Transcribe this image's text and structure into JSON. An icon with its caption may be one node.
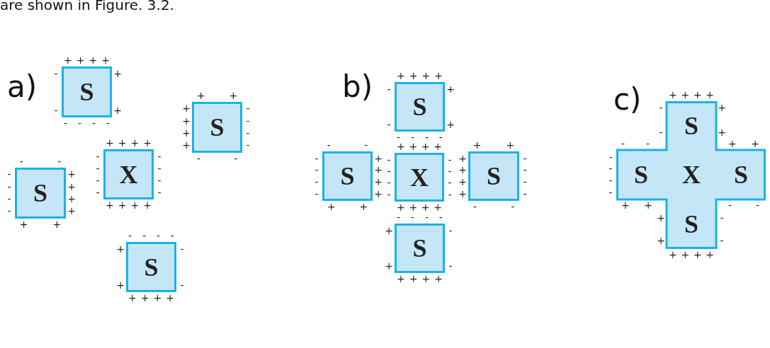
{
  "diagram": {
    "nodes": [
      {
        "text": [
          "S"
        ],
        "beside": [
          "+ + + +",
          "- -",
          "+ +",
          "- - - -"
        ]
      },
      {
        "text": [
          "S"
        ],
        "beside": [
          "+ +",
          "+ + + +",
          "- - - -",
          "- -"
        ]
      },
      {
        "text": [
          "X"
        ],
        "beside": [
          "+ + + +",
          "- - - -",
          "- - - -",
          "+ + + +"
        ]
      },
      {
        "text": [
          "S"
        ],
        "beside": [
          "- -",
          "- - - -",
          "+ + + +",
          "+ +"
        ]
      },
      {
        "text": [
          "S"
        ],
        "beside": [
          "- - - -",
          "+ +",
          "- -",
          "+ + + +"
        ]
      },
      {
        "text": [
          "S"
        ],
        "beside": [
          "+ + + +",
          "- -",
          "+ +",
          "- - - -"
        ]
      },
      {
        "text": [
          "S"
        ],
        "beside": [
          "- -",
          "- - - -",
          "+ + + +",
          "+ +"
        ]
      },
      {
        "text": [
          "X"
        ],
        "beside": [
          "+ + + +",
          "- - - -",
          "- - - -",
          "+ + + +"
        ]
      },
      {
        "text": [
          "S"
        ],
        "beside": [
          "+ +",
          "+ + + +",
          "- - - -",
          "- -"
        ]
      },
      {
        "text": [
          "S"
        ],
        "beside": [
          "- - - -",
          "+ +",
          "- -",
          "+ + + +"
        ]
      },
      {
        "text": [
          "S",
          "S",
          "X",
          "S",
          "S"
        ],
        "beside": [
          "+ + + +",
          "- -",
          "+ +",
          "- -",
          "+ +",
          "- - - -",
          "+ +",
          "- -",
          "+ +",
          "- -",
          "+ + + +"
        ]
      }
    ],
    "labels": [
      "are shown in Figure. 3.2.",
      "a)",
      "b)",
      "c)"
    ]
  }
}
